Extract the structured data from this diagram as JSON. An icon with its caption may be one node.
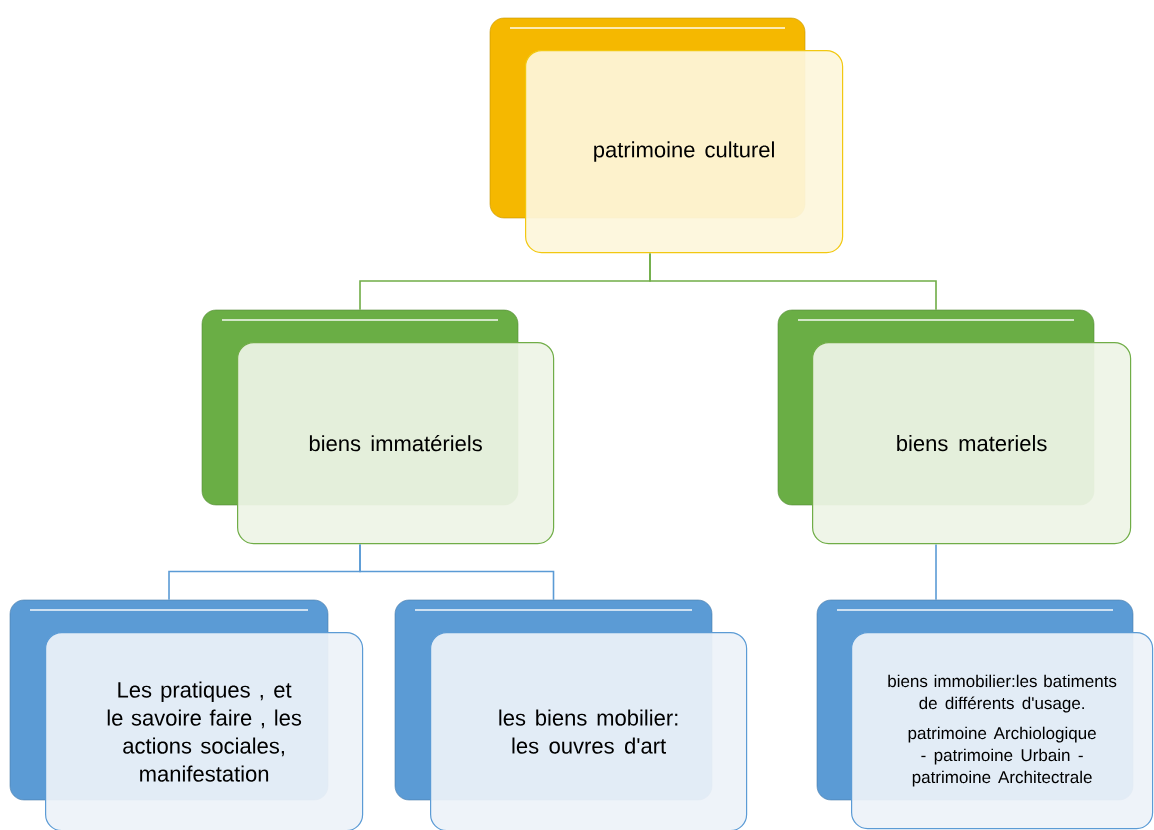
{
  "diagram": {
    "nodes": [
      {
        "text": [
          "patrimoine culturel"
        ]
      },
      {
        "text": [
          "biens immatériels"
        ]
      },
      {
        "text": [
          "biens materiels"
        ]
      },
      {
        "text": [
          "Les pratiques , et le savoire faire , les actions sociales, manifestation"
        ]
      },
      {
        "text": [
          "les biens mobilier: les ouvres d'art"
        ]
      },
      {
        "text": [
          "biens immobilier:les batiments de différents d'usage.",
          "patrimoine Archiologique - patrimoine Urbain - patrimoine Architectrale"
        ]
      }
    ],
    "edges": [
      {
        "from": 0,
        "to": 1,
        "arrow": "none",
        "color": "#70ad47"
      },
      {
        "from": 0,
        "to": 2,
        "arrow": "none",
        "color": "#70ad47"
      },
      {
        "from": 1,
        "to": 3,
        "arrow": "none"
      },
      {
        "from": 1,
        "to": 4,
        "arrow": "none"
      },
      {
        "from": 2,
        "to": 5,
        "arrow": "none"
      }
    ]
  }
}
